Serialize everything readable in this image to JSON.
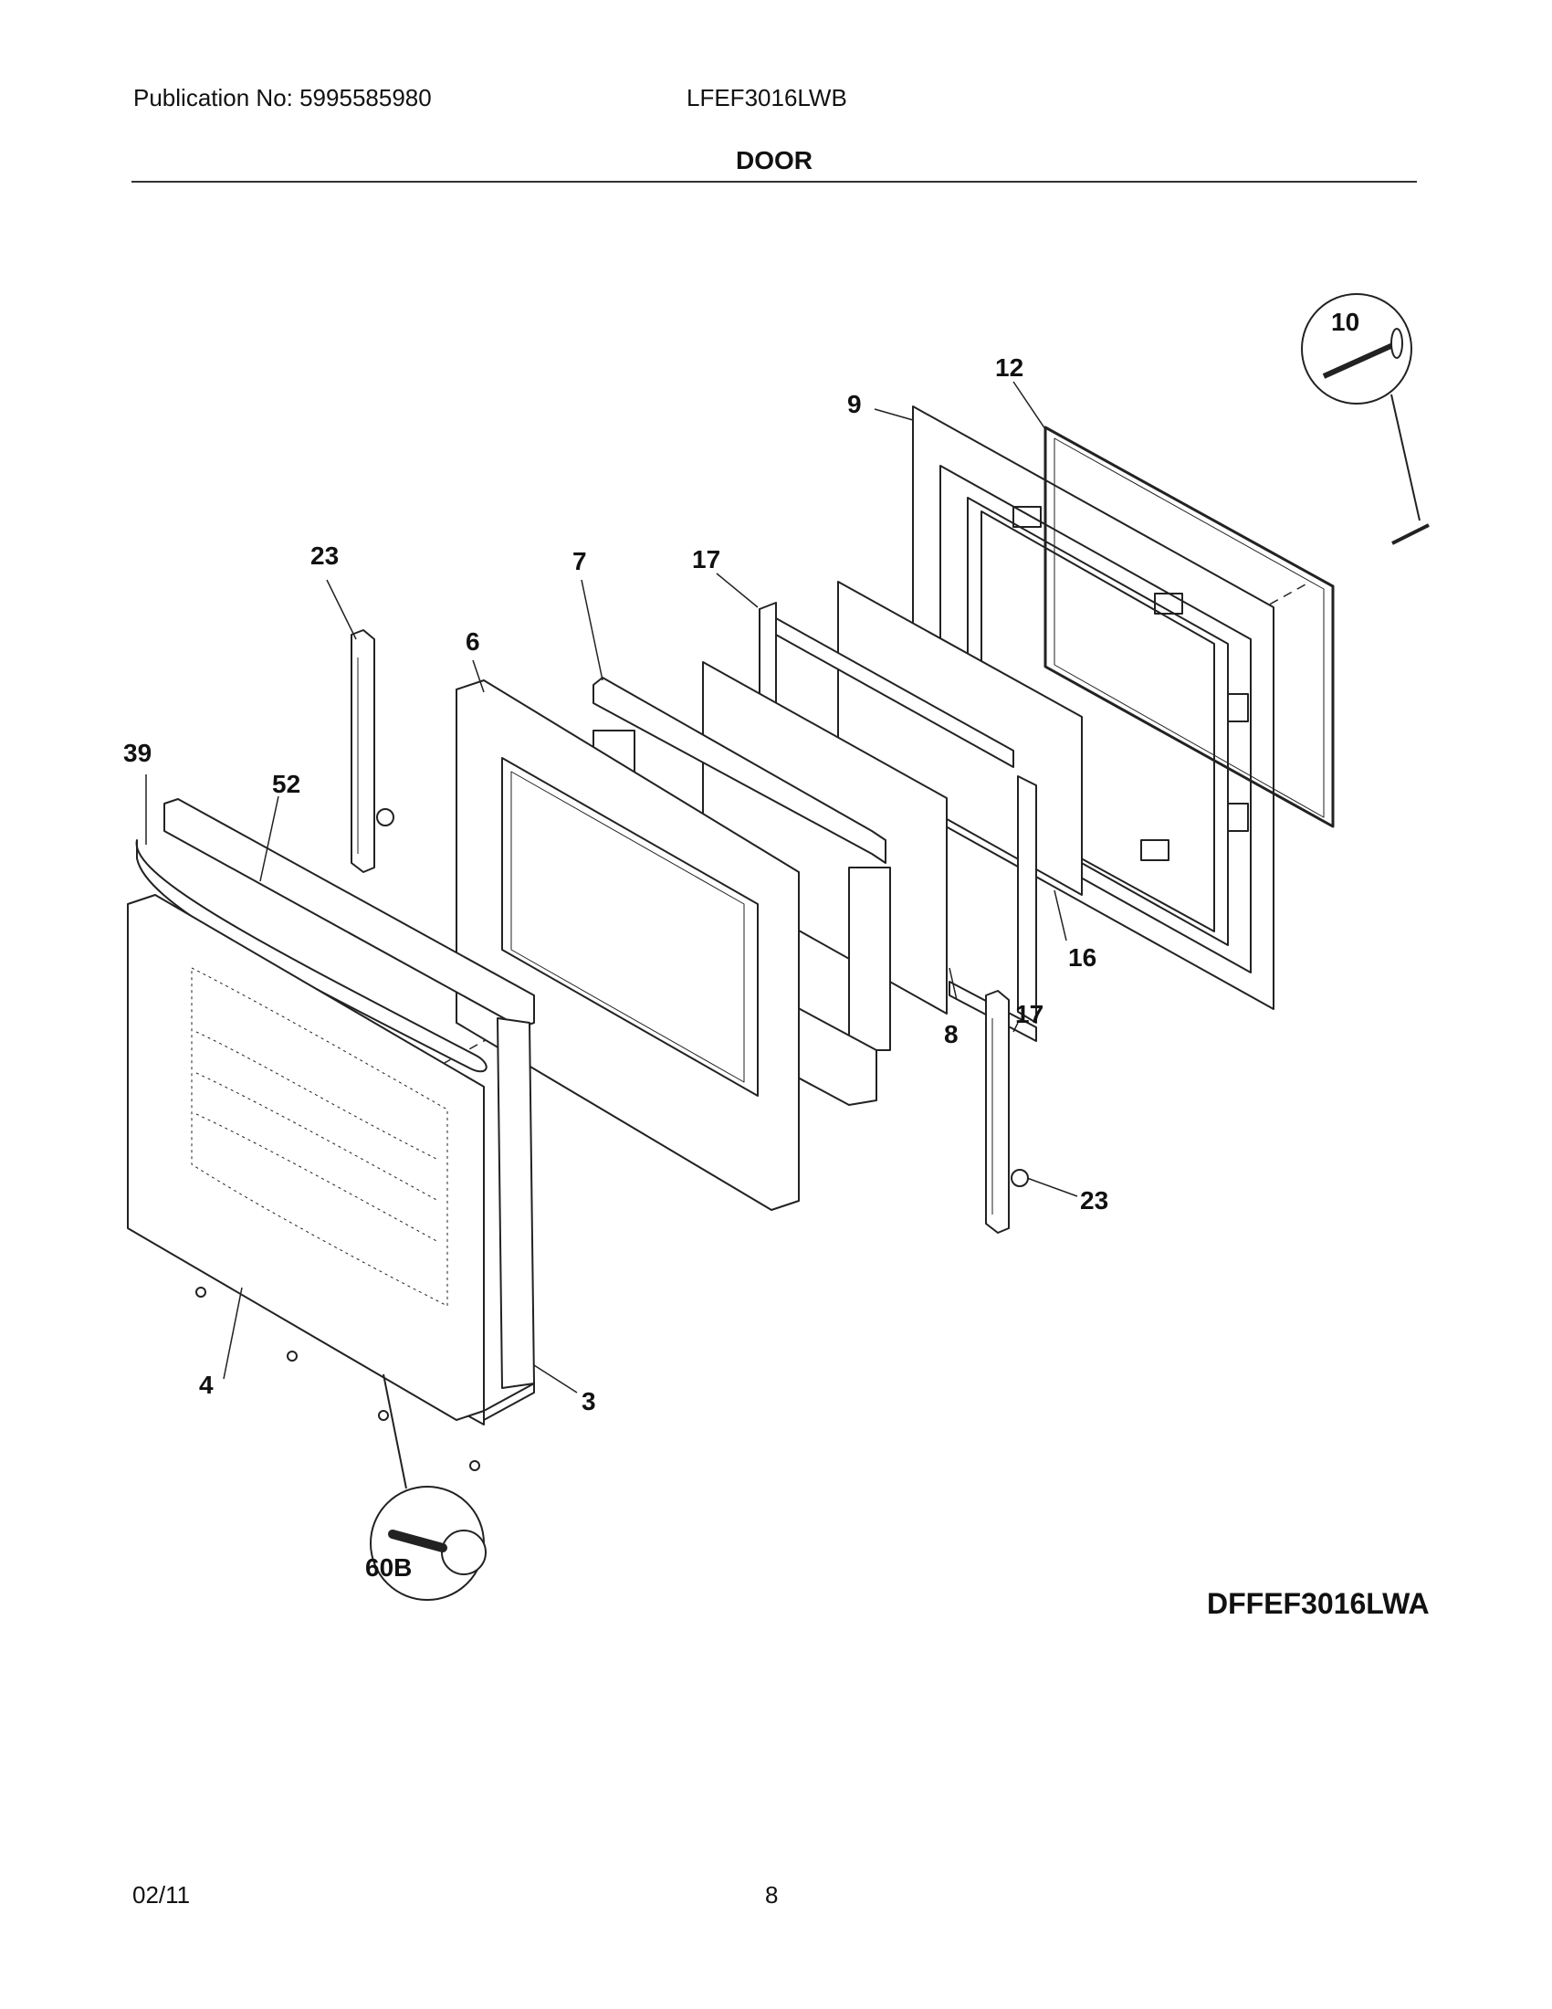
{
  "header": {
    "publication": "Publication No: 5995585980",
    "model": "LFEF3016LWB",
    "title": "DOOR"
  },
  "diagram": {
    "code": "DFFEF3016LWA",
    "callouts": {
      "c3": "3",
      "c4": "4",
      "c6": "6",
      "c7": "7",
      "c8": "8",
      "c9": "9",
      "c10": "10",
      "c12": "12",
      "c16": "16",
      "c17a": "17",
      "c17b": "17",
      "c23a": "23",
      "c23b": "23",
      "c39": "39",
      "c52": "52",
      "c60b": "60B"
    }
  },
  "footer": {
    "date": "02/11",
    "page": "8"
  }
}
